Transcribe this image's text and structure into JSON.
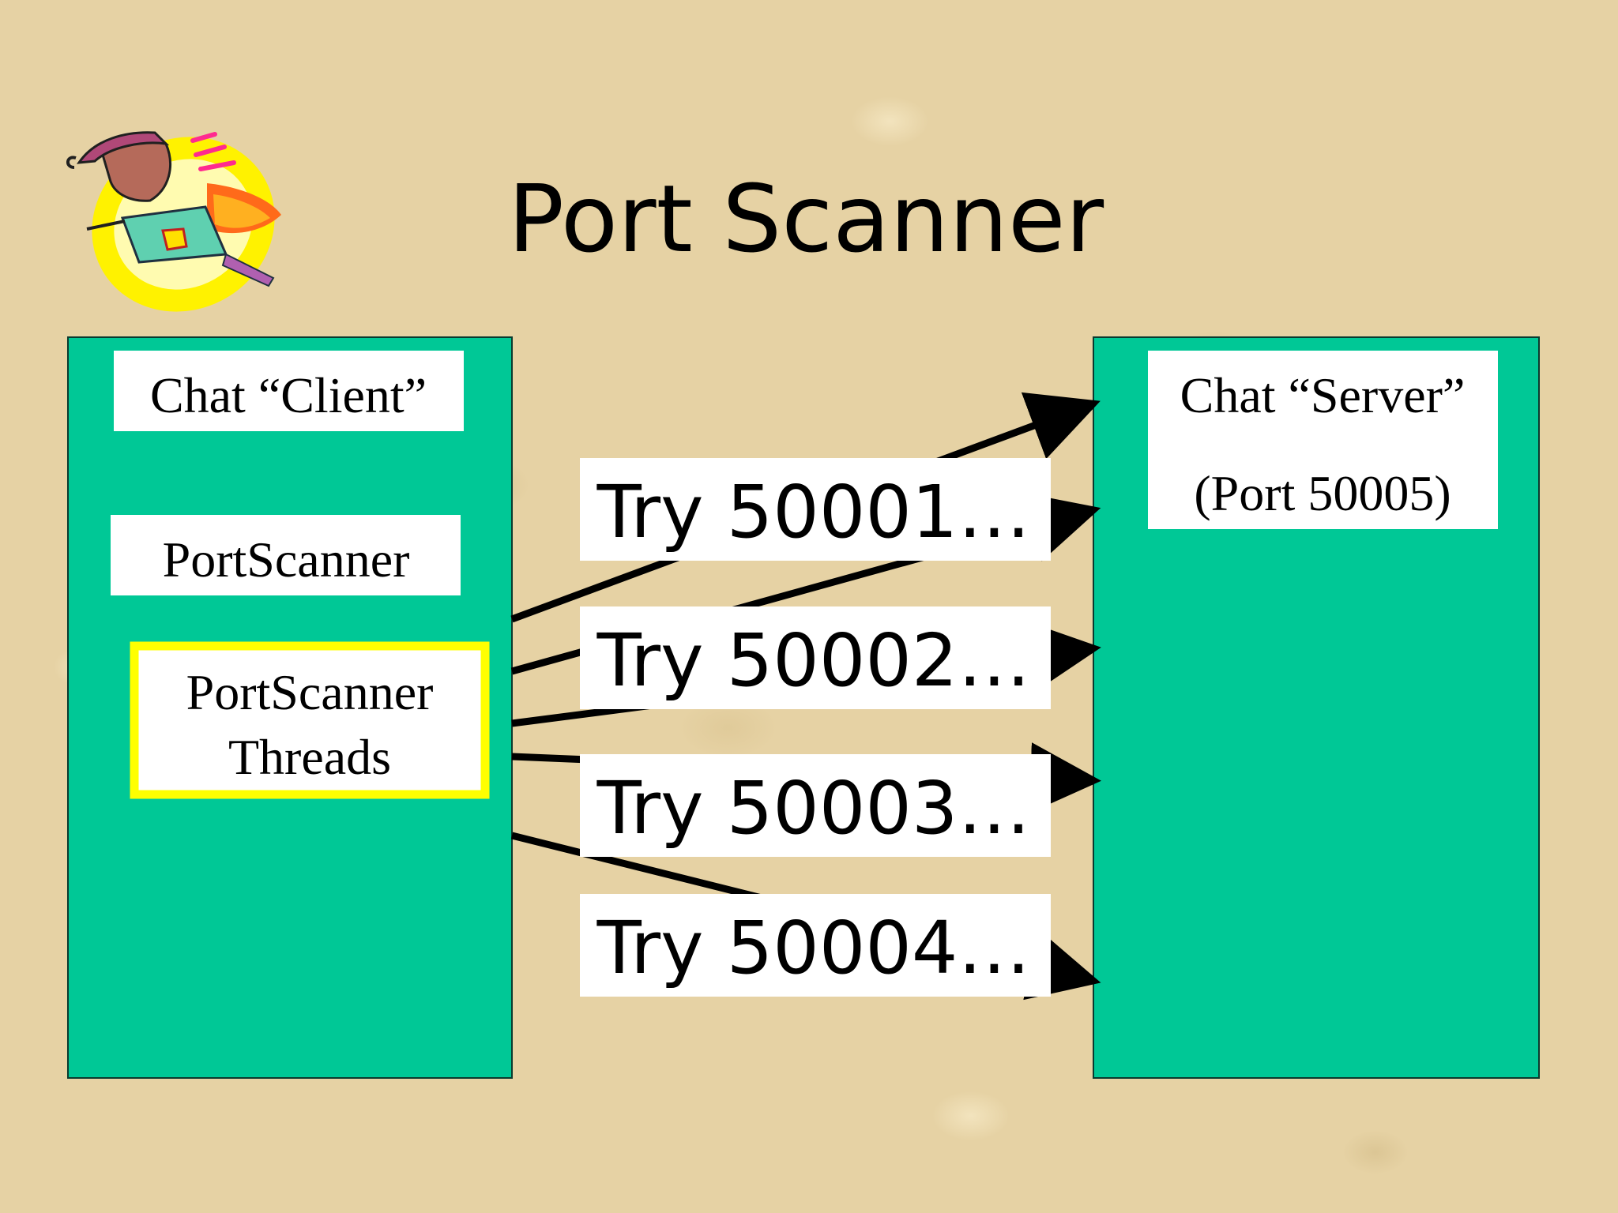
{
  "title": "Port Scanner",
  "colors": {
    "background": "#e6d2a4",
    "panel": "#00c896",
    "label_box": "#ffffff",
    "highlight_border": "#ffff00",
    "arrow": "#000000"
  },
  "client": {
    "title": "Chat “Client”",
    "scanner_label": "PortScanner",
    "threads_label_line1": "PortScanner",
    "threads_label_line2": "Threads"
  },
  "server": {
    "title": "Chat “Server”",
    "port_label": "(Port 50005)"
  },
  "attempts": [
    {
      "label": "Try 50001…"
    },
    {
      "label": "Try 50002…"
    },
    {
      "label": "Try 50003…"
    },
    {
      "label": "Try 50004…"
    }
  ],
  "clipart": {
    "icon": "flying-superhero-icon"
  }
}
